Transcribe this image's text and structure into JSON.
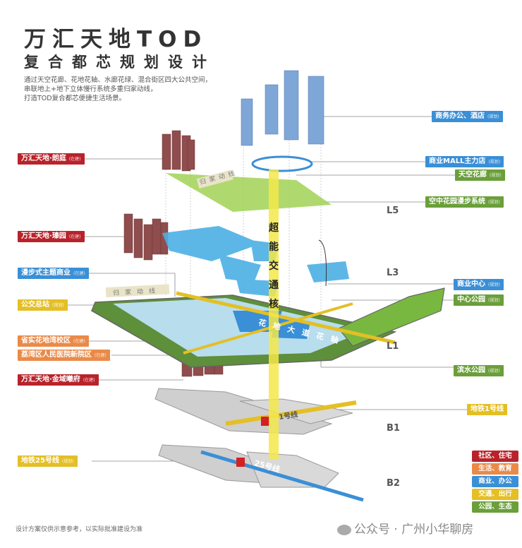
{
  "title": {
    "line1": "万汇天地TOD",
    "line2": "复合都芯规划设计"
  },
  "description": [
    "通过天空花廊、花地花轴、水廊花绿、混合街区四大公共空间，",
    "串联地上+地下立体慢行系统多重归家动线，",
    "打造TOD复合都芯便捷生活场景。"
  ],
  "left_labels": [
    {
      "text": "万汇天地·朗庭",
      "status": "在建",
      "color": "red"
    },
    {
      "text": "万汇天地·瑧园",
      "status": "在建",
      "color": "red"
    },
    {
      "text": "漫步式主题商业",
      "status": "在建",
      "color": "blue"
    },
    {
      "text": "公交总站",
      "status": "规划",
      "color": "yellow"
    },
    {
      "text": "省实花地湾校区",
      "status": "在建",
      "color": "orange"
    },
    {
      "text": "荔湾区人民医院新院区",
      "status": "在建",
      "color": "orange"
    },
    {
      "text": "万汇天地·金域曦府",
      "status": "在建",
      "color": "red"
    },
    {
      "text": "地铁25号线",
      "status": "规划",
      "color": "yellow"
    }
  ],
  "right_labels": [
    {
      "text": "商务办公、酒店",
      "status": "规划",
      "color": "blue"
    },
    {
      "text": "商业MALL主力店",
      "status": "规划",
      "color": "blue"
    },
    {
      "text": "天空花廊",
      "status": "规划",
      "color": "green"
    },
    {
      "text": "空中花园漫步系统",
      "status": "规划",
      "color": "green"
    },
    {
      "text": "商业中心",
      "status": "规划",
      "color": "blue"
    },
    {
      "text": "中心公园",
      "status": "规划",
      "color": "green"
    },
    {
      "text": "滨水公园",
      "status": "规划",
      "color": "green"
    },
    {
      "text": "地铁1号线",
      "status": "",
      "color": "yellow"
    }
  ],
  "levels": [
    "L5",
    "L3",
    "L1",
    "B1",
    "B2"
  ],
  "core_text": [
    "超",
    "能",
    "交",
    "通",
    "核"
  ],
  "map_text": {
    "axis": "花地大道花轴",
    "home_path": "归家动线",
    "line25": "25号线",
    "line1": "1号线"
  },
  "legend": [
    {
      "text": "社区、住宅",
      "color": "#b8232b"
    },
    {
      "text": "生活、教育",
      "color": "#ea8a48"
    },
    {
      "text": "商业、办公",
      "color": "#3a8fd6"
    },
    {
      "text": "交通、出行",
      "color": "#e4bf25"
    },
    {
      "text": "公园、生态",
      "color": "#6a9f3a"
    }
  ],
  "footer": "设计方案仅供示意参考，以实际批准建设为准",
  "watermark": "公众号 · 广州小华聊房"
}
